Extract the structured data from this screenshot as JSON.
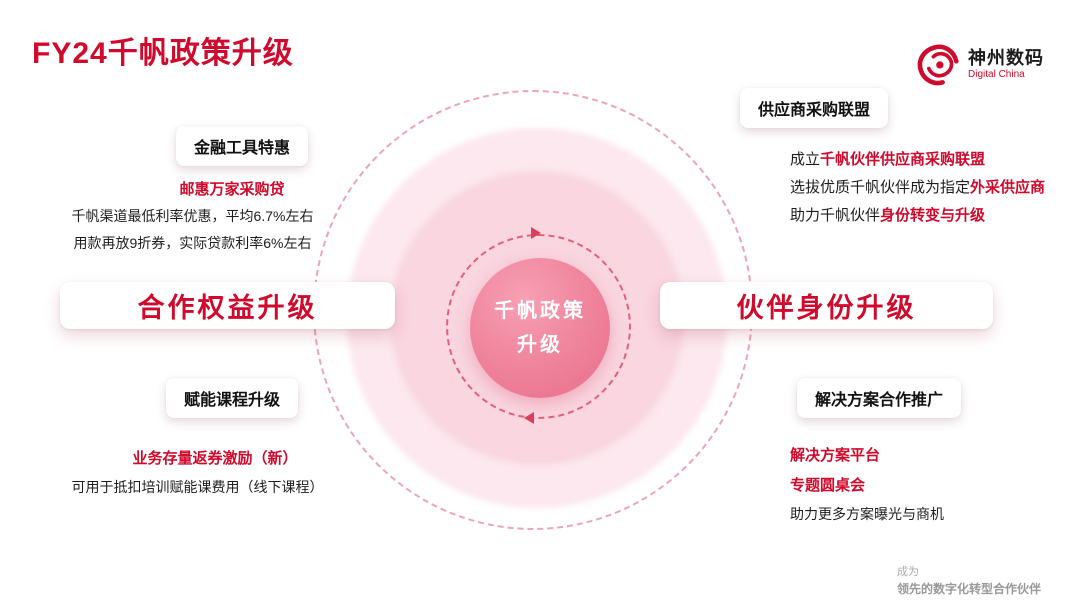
{
  "title": "FY24千帆政策升级",
  "logo": {
    "cn": "神州数码",
    "en": "Digital China"
  },
  "center_circle": {
    "line1": "千帆政策",
    "line2": "升级"
  },
  "left": {
    "finance": {
      "header": "金融工具特惠",
      "highlight": "邮惠万家采购贷",
      "line1": "千帆渠道最低利率优惠，平均6.7%左右",
      "line2": "用款再放9折券，实际贷款利率6%左右"
    },
    "main_label": "合作权益升级",
    "course": {
      "header": "赋能课程升级",
      "highlight": "业务存量返券激励（新）",
      "line1": "可用于抵扣培训赋能课费用（线下课程）"
    }
  },
  "right": {
    "supplier": {
      "header": "供应商采购联盟",
      "lines": [
        {
          "black": "成立",
          "red": "千帆伙伴供应商采购联盟"
        },
        {
          "black": "选拔优质千帆伙伴成为指定",
          "red": "外采供应商"
        },
        {
          "black": "助力千帆伙伴",
          "red": "身份转变与升级"
        }
      ]
    },
    "main_label": "伙伴身份升级",
    "solution": {
      "header": "解决方案合作推广",
      "highlight1": "解决方案平台",
      "highlight2": "专题圆桌会",
      "line1": "助力更多方案曝光与商机"
    }
  },
  "footer": {
    "line1": "成为",
    "line2": "领先的数字化转型合作伙伴"
  },
  "colors": {
    "accent": "#cf0a2c",
    "center_pink": "#ee7b95"
  }
}
